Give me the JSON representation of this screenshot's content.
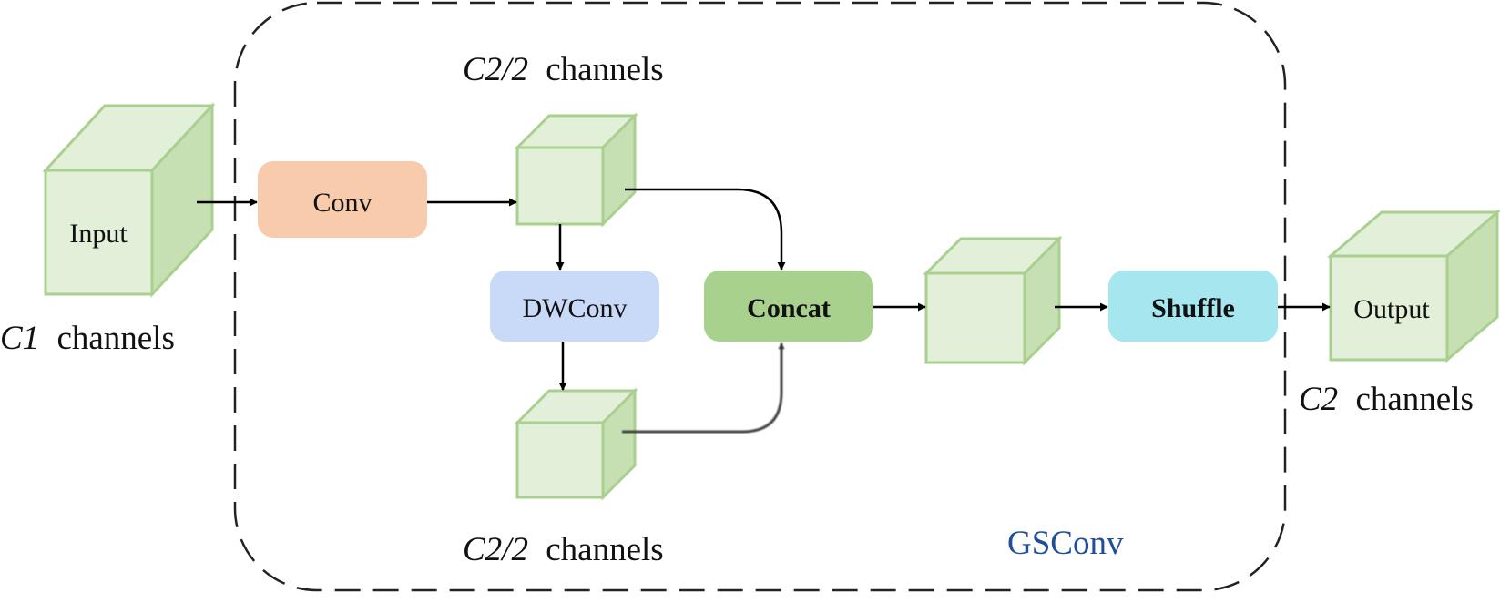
{
  "module_label": "GSConv",
  "input": {
    "cube_label": "Input",
    "channels_var": "C1",
    "channels_word": "channels"
  },
  "output": {
    "cube_label": "Output",
    "channels_var": "C2",
    "channels_word": "channels"
  },
  "top_branch": {
    "channels_var": "C2/2",
    "channels_word": "channels"
  },
  "bottom_branch": {
    "channels_var": "C2/2",
    "channels_word": "channels"
  },
  "nodes": {
    "conv": "Conv",
    "dwconv": "DWConv",
    "concat": "Concat",
    "shuffle": "Shuffle"
  },
  "colors": {
    "cube_face": "#e2efd9",
    "cube_side": "#c6e0b4",
    "cube_edge": "#a9d08e",
    "conv": "#f8cbad",
    "dwconv": "#c9daf8",
    "concat": "#a9d18e",
    "shuffle": "#a5e6ef",
    "module_label": "#1f4e9c"
  }
}
